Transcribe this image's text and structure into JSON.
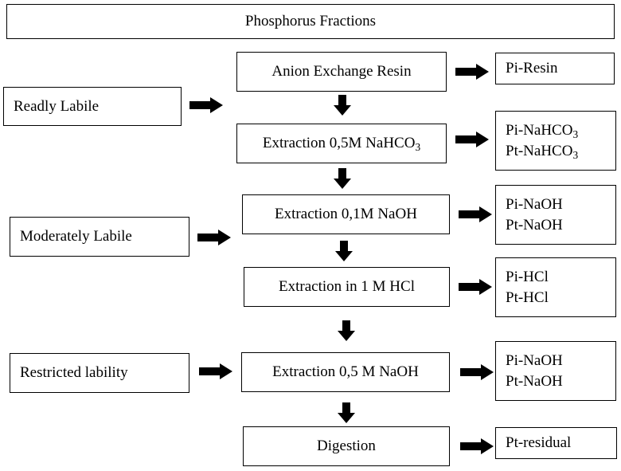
{
  "title": "Phosphorus Fractions",
  "categories": {
    "readily": "Readly Labile",
    "moderately": "Moderately Labile",
    "restricted": "Restricted lability"
  },
  "steps": {
    "s1": "Anion Exchange Resin",
    "s2_prefix": "Extraction 0,5M NaHCO",
    "s2_sub": "3",
    "s3": "Extraction 0,1M NaOH",
    "s4": "Extraction in 1 M HCl",
    "s5": "Extraction 0,5 M NaOH",
    "s6": "Digestion"
  },
  "fractions": {
    "f1": "Pi-Resin",
    "f2a_prefix": "Pi-NaHCO",
    "f2a_sub": "3",
    "f2b_prefix": "Pt-NaHCO",
    "f2b_sub": "3",
    "f3a": "Pi-NaOH",
    "f3b": "Pt-NaOH",
    "f4a": "Pi-HCl",
    "f4b": "Pt-HCl",
    "f5a": "Pi-NaOH",
    "f5b": "Pt-NaOH",
    "f6": "Pt-residual"
  },
  "icons": {
    "right": "right-arrow-icon",
    "down": "down-arrow-icon"
  },
  "colors": {
    "line": "#000000",
    "fill": "#ffffff"
  }
}
